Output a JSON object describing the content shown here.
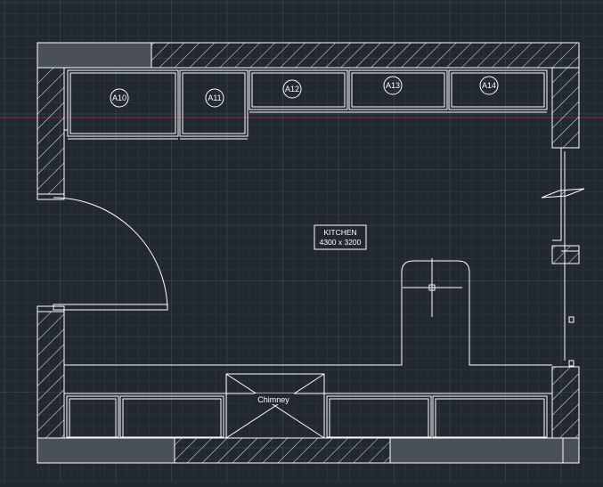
{
  "colors": {
    "background": "#212830",
    "grid_minor": "#2a323c",
    "grid_major": "#333c47",
    "linework": "#ffffff",
    "wall_fill": "#4a5058",
    "axis_red": "#a13040"
  },
  "room": {
    "name": "KITCHEN",
    "size": "4300 x 3200"
  },
  "cabinets": [
    {
      "label": "A10"
    },
    {
      "label": "A11"
    },
    {
      "label": "A12"
    },
    {
      "label": "A13"
    },
    {
      "label": "A14"
    }
  ],
  "chimney": {
    "label": "Chimney"
  }
}
